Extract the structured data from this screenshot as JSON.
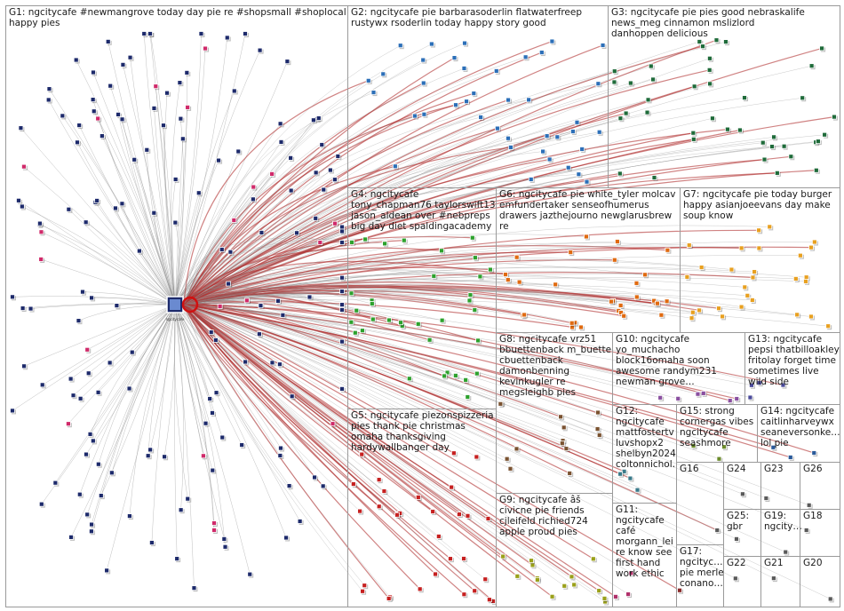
{
  "groups": [
    {
      "id": "G1",
      "label": "G1: ngcitycafe #newmangrove today day pie re #shopsmall #shoplocal happy pies",
      "color": "#1d2a6b"
    },
    {
      "id": "G2",
      "label": "G2: ngcitycafe pie barbarasoderlin flatwaterfreep rustywx rsoderlin today happy story good",
      "color": "#2c6fb8"
    },
    {
      "id": "G3",
      "label": "G3: ngcitycafe pie pies good nebraskalife news_meg cinnamon mslizlord danhoppen delicious",
      "color": "#1f6b3a"
    },
    {
      "id": "G4",
      "label": "G4: ngcitycafe tony_chapman76 taylorswift13 jason_aldean over #nebpreps big day diet spaldingacademy",
      "color": "#2da12d"
    },
    {
      "id": "G5",
      "label": "G5: ngcitycafe piezonspizzeria pies thank pie christmas omaha thanksgiving hardywallbanger day",
      "color": "#c62020"
    },
    {
      "id": "G6",
      "label": "G6: ngcitycafe pie white_tyler molcav emfundertaker senseofhumerus drawers jazthejourno newglarusbrew re",
      "color": "#e06a10"
    },
    {
      "id": "G7",
      "label": "G7: ngcitycafe pie today burger happy asianjoeevans day make soup know",
      "color": "#e8a020"
    },
    {
      "id": "G8",
      "label": "G8: ngcitycafe vrz51 bbuettenback m_buette cbuettenback damonbenning kevinkugler re megsleighb pies",
      "color": "#7a5230"
    },
    {
      "id": "G9",
      "label": "G9: ngcitycafe âš civicne pie friends cjleifeld richied724 apple proud pies",
      "color": "#9aa01a"
    },
    {
      "id": "G10",
      "label": "G10: ngcitycafe yo_muchacho block16omaha soon awesome randym231 newman grove…",
      "color": "#8a4fa0"
    },
    {
      "id": "G11",
      "label": "G11: ngcitycafe café morgann_lei re know see first hand work ethic",
      "color": "#b0306a"
    },
    {
      "id": "G12",
      "label": "G12: ngcitycafe mattfostertv luvshopx2 shelbyn2024 coltonnichol…",
      "color": "#3a7a8a"
    },
    {
      "id": "G13",
      "label": "G13: ngcitycafe pepsi thatbilloakley fritolay forget time sometimes live wild side",
      "color": "#4a4a9a"
    },
    {
      "id": "G14",
      "label": "G14: ngcitycafe caitlinharveywx seaneversonke… lol pie",
      "color": "#2a5a9a"
    },
    {
      "id": "G15",
      "label": "G15: strong cornergas vibes ngcitycafe seashmore",
      "color": "#6a8a2a"
    },
    {
      "id": "G16",
      "label": "G16",
      "color": "#5a5a5a"
    },
    {
      "id": "G17",
      "label": "G17: ngcityc… pie merle conano…",
      "color": "#8a2a2a"
    },
    {
      "id": "G18",
      "label": "G18",
      "color": "#5a5a5a"
    },
    {
      "id": "G19",
      "label": "G19: ngcity…",
      "color": "#5a5a5a"
    },
    {
      "id": "G20",
      "label": "G20",
      "color": "#5a5a5a"
    },
    {
      "id": "G21",
      "label": "G21",
      "color": "#5a5a5a"
    },
    {
      "id": "G22",
      "label": "G22",
      "color": "#5a5a5a"
    },
    {
      "id": "G23",
      "label": "G23",
      "color": "#5a5a5a"
    },
    {
      "id": "G24",
      "label": "G24",
      "color": "#5a5a5a"
    },
    {
      "id": "G25",
      "label": "G25: gbr",
      "color": "#5a5a5a"
    },
    {
      "id": "G26",
      "label": "G26",
      "color": "#5a5a5a"
    }
  ],
  "hub": {
    "label": "ngcitycafe",
    "color": "#1d2a6b"
  },
  "colors": {
    "edge": "#8a8a8a",
    "edge_strong": "#b03030",
    "frame": "#9a9a9a",
    "background": "#ffffff"
  }
}
